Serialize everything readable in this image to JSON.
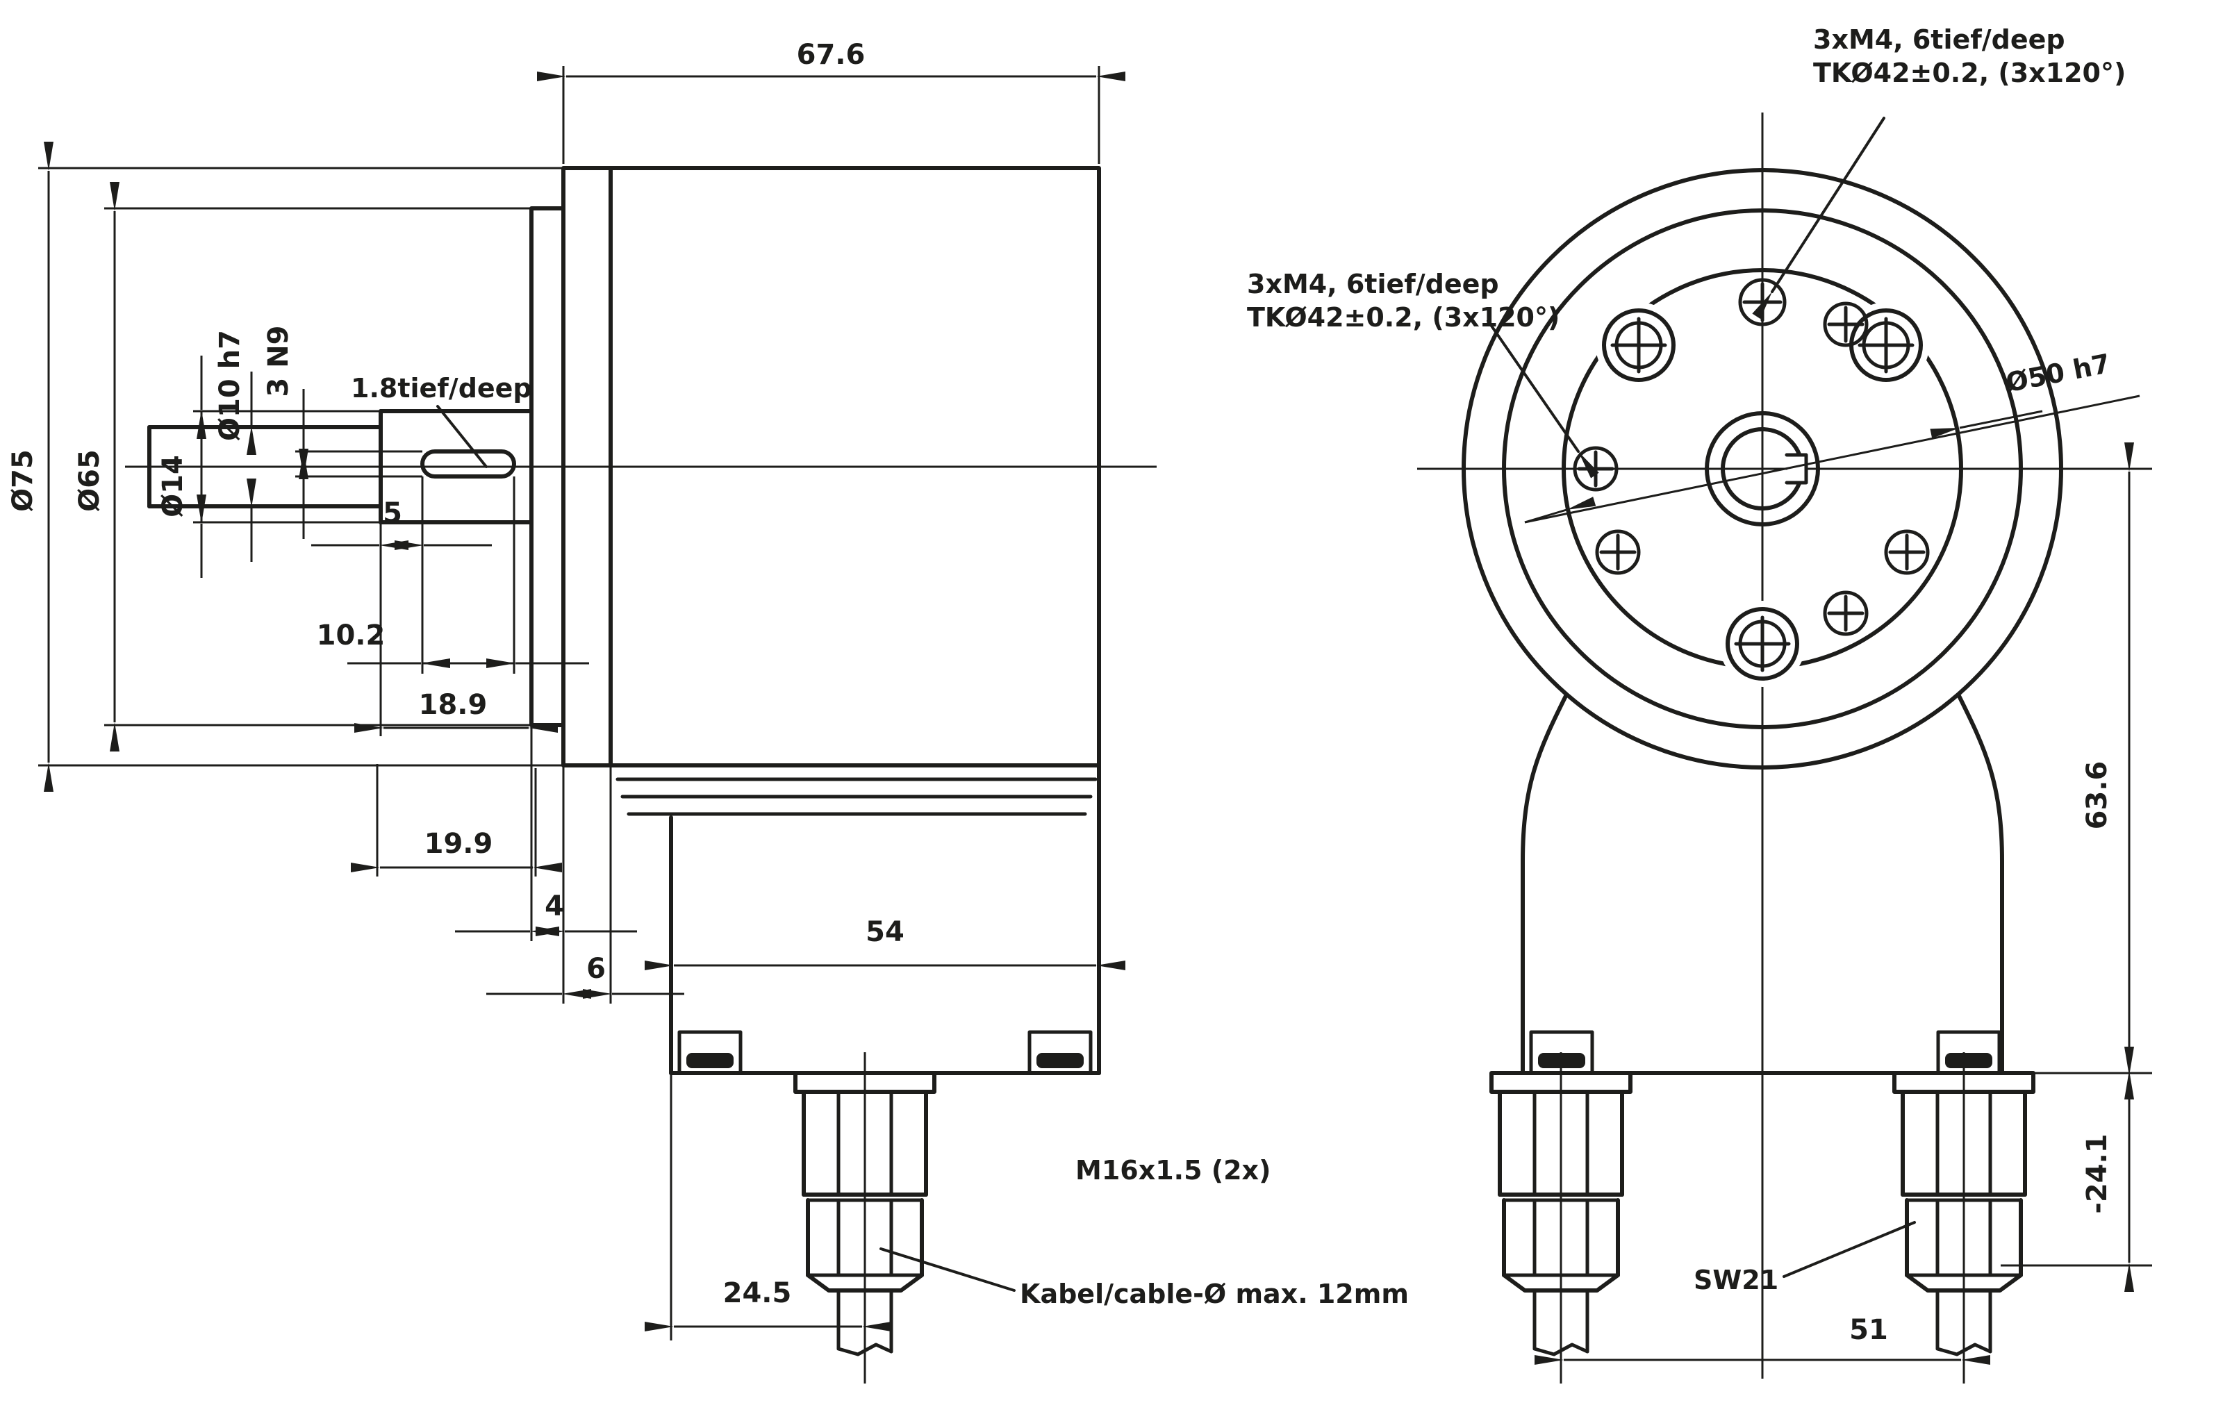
{
  "drawing": {
    "type": "technical-dimension-drawing",
    "ink_color": "#1d1d1b",
    "background_color": "#ffffff",
    "side_view": {
      "total_depth": "67.6",
      "dia_75": "Ø75",
      "dia_65": "Ø65",
      "dia_14": "Ø14",
      "dia_10": "Ø10 h7",
      "keyway_width": "3 N9",
      "keyway_depth_note": "1.8tief/deep",
      "len_5": "5",
      "len_10_2": "10.2",
      "len_18_9": "18.9",
      "len_19_9": "19.9",
      "len_4": "4",
      "len_6": "6",
      "len_54": "54",
      "len_24_5": "24.5",
      "gland_thread_note": "M16x1.5 (2x)",
      "cable_note": "Kabel/cable-Ø max. 12mm"
    },
    "front_view": {
      "screw_note_left_line1": "3xM4, 6tief/deep",
      "screw_note_left_line2": "TKØ42±0.2, (3x120°)",
      "screw_note_top_line1": "3xM4, 6tief/deep",
      "screw_note_top_line2": "TKØ42±0.2, (3x120°)",
      "dia_50": "Ø50 h7",
      "height_63_6": "63.6",
      "gland_depth_24_1": "-24.1",
      "gland_spacing_51": "51",
      "wrench_size": "SW21"
    }
  }
}
